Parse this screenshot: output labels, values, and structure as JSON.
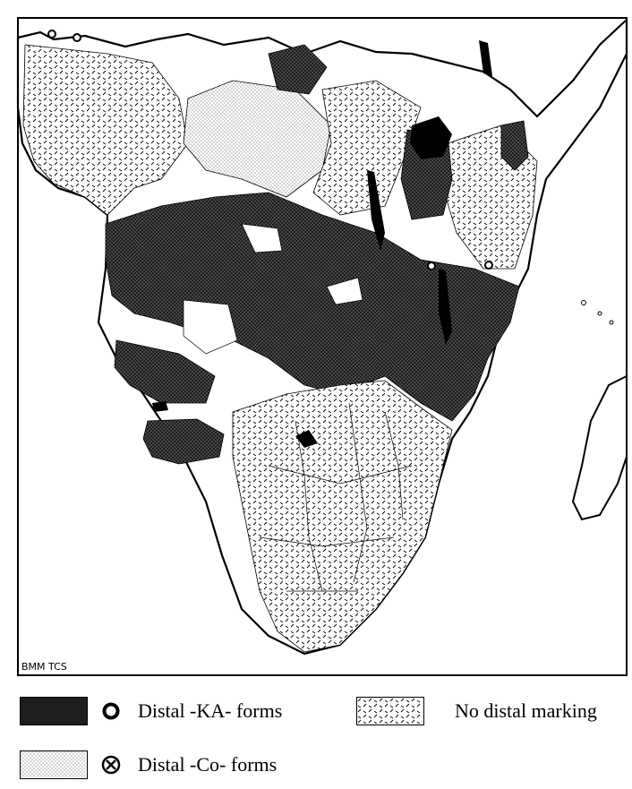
{
  "credit": "BMM TCS",
  "legend": [
    {
      "id": "ka",
      "label": "Distal -KA- forms",
      "pattern": "dark-crosshatch",
      "symbol": "open-circle"
    },
    {
      "id": "none",
      "label": "No distal marking",
      "pattern": "dashes",
      "symbol": ""
    },
    {
      "id": "co",
      "label": "Distal -Co- forms",
      "pattern": "light-dots",
      "symbol": "crossed-circle"
    }
  ],
  "colors": {
    "ink": "#000000",
    "paper": "#ffffff",
    "dark_fill": "#2a2a2a"
  }
}
